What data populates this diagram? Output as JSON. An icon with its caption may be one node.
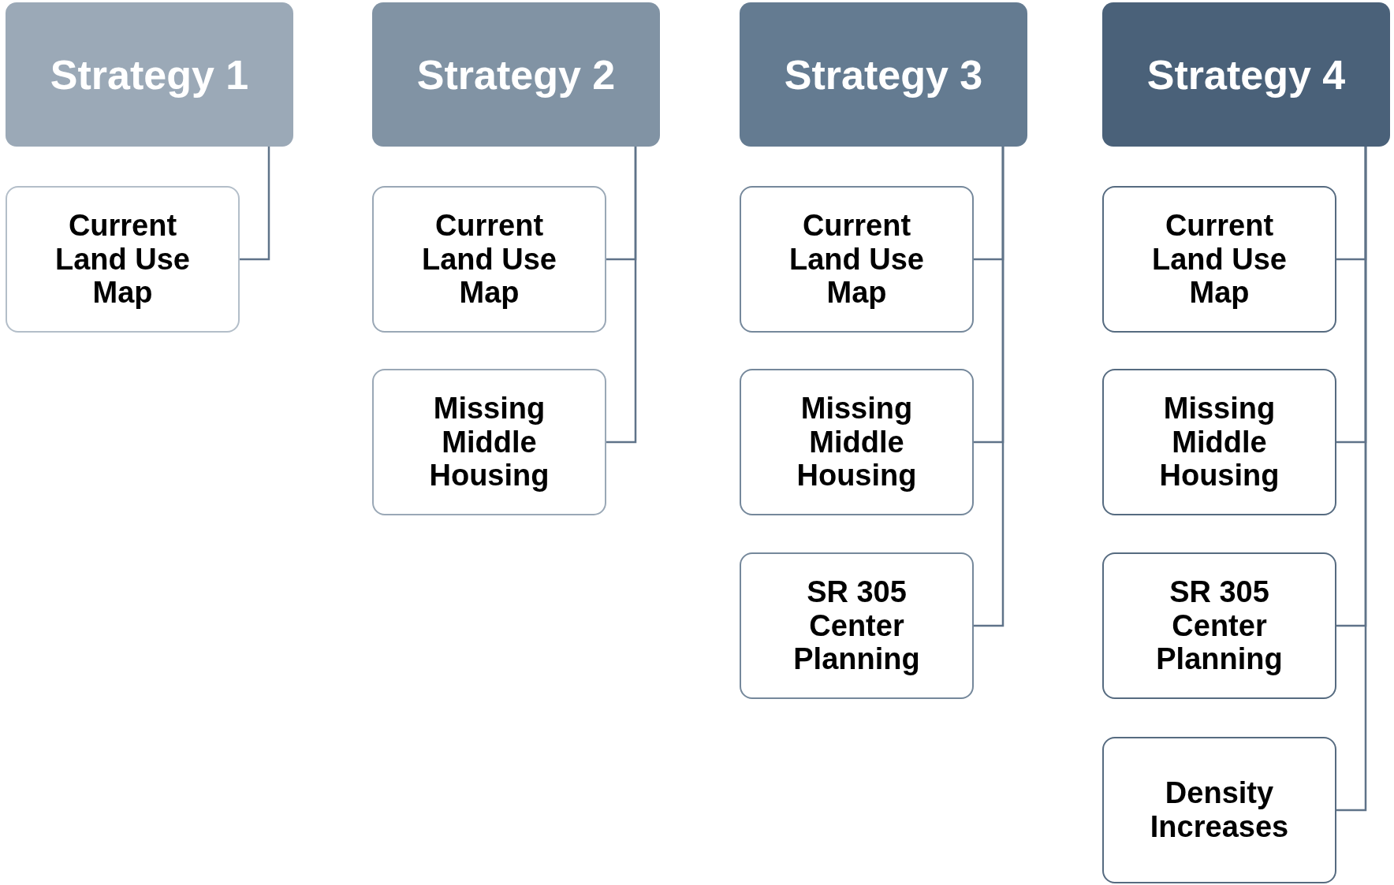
{
  "diagram": {
    "nodes": [
      {
        "text": [
          "Strategy 1"
        ]
      },
      {
        "text": [
          "Current Land Use Map"
        ]
      },
      {
        "text": [
          "Strategy 2"
        ]
      },
      {
        "text": [
          "Current Land Use Map"
        ]
      },
      {
        "text": [
          "Missing Middle Housing"
        ]
      },
      {
        "text": [
          "Strategy 3"
        ]
      },
      {
        "text": [
          "Current Land Use Map"
        ]
      },
      {
        "text": [
          "Missing Middle Housing"
        ]
      },
      {
        "text": [
          "SR 305 Center Planning"
        ]
      },
      {
        "text": [
          "Strategy 4"
        ]
      },
      {
        "text": [
          "Current Land Use Map"
        ]
      },
      {
        "text": [
          "Missing Middle Housing"
        ]
      },
      {
        "text": [
          "SR 305 Center Planning"
        ]
      },
      {
        "text": [
          "Density Increases"
        ]
      }
    ],
    "edges": [
      {
        "from": 0,
        "to": 1,
        "arrow": "none"
      },
      {
        "from": 2,
        "to": 3,
        "arrow": "none"
      },
      {
        "from": 2,
        "to": 4,
        "arrow": "none"
      },
      {
        "from": 5,
        "to": 6,
        "arrow": "none"
      },
      {
        "from": 5,
        "to": 7,
        "arrow": "none"
      },
      {
        "from": 5,
        "to": 8,
        "arrow": "none"
      },
      {
        "from": 9,
        "to": 10,
        "arrow": "none"
      },
      {
        "from": 9,
        "to": 11,
        "arrow": "none"
      },
      {
        "from": 9,
        "to": 12,
        "arrow": "none"
      },
      {
        "from": 9,
        "to": 13,
        "arrow": "none"
      }
    ]
  }
}
